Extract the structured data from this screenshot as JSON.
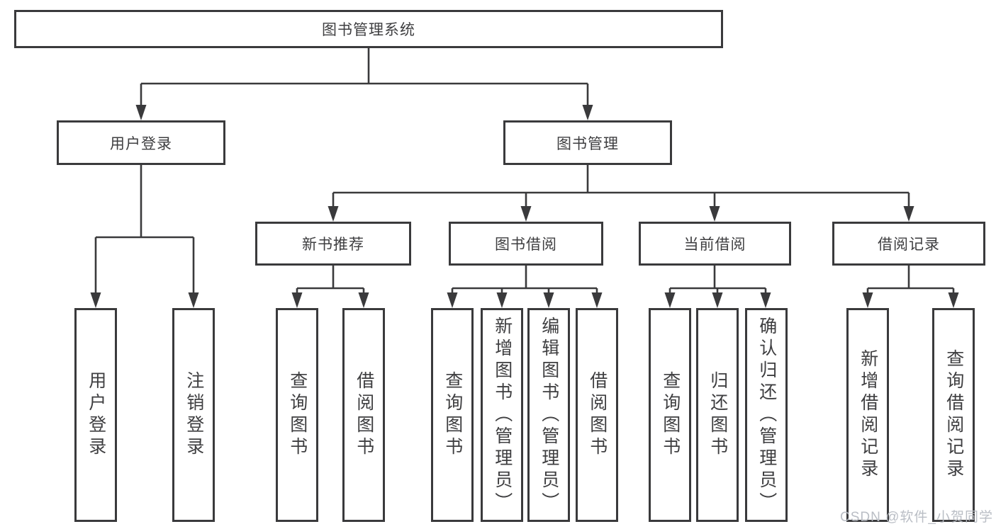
{
  "diagram": {
    "root": {
      "label": "图书管理系统"
    },
    "branches": [
      {
        "label": "用户登录",
        "leaves": [
          {
            "label": "用户登录"
          },
          {
            "label": "注销登录"
          }
        ]
      },
      {
        "label": "图书管理",
        "groups": [
          {
            "label": "新书推荐",
            "leaves": [
              {
                "label": "查询图书"
              },
              {
                "label": "借阅图书"
              }
            ]
          },
          {
            "label": "图书借阅",
            "leaves": [
              {
                "label": "查询图书"
              },
              {
                "label": "新增图书（管理员）"
              },
              {
                "label": "编辑图书（管理员）"
              },
              {
                "label": "借阅图书"
              }
            ]
          },
          {
            "label": "当前借阅",
            "leaves": [
              {
                "label": "查询图书"
              },
              {
                "label": "归还图书"
              },
              {
                "label": "确认归还（管理员）"
              }
            ]
          },
          {
            "label": "借阅记录",
            "leaves": [
              {
                "label": "新增借阅记录"
              },
              {
                "label": "查询借阅记录"
              }
            ]
          }
        ]
      }
    ]
  },
  "watermark": {
    "text": "CSDN @软件_小贺同学"
  },
  "colors": {
    "line": "#3a3a3c",
    "text": "#3e3e40",
    "background": "#ffffff",
    "watermark": "#b6bac2"
  }
}
